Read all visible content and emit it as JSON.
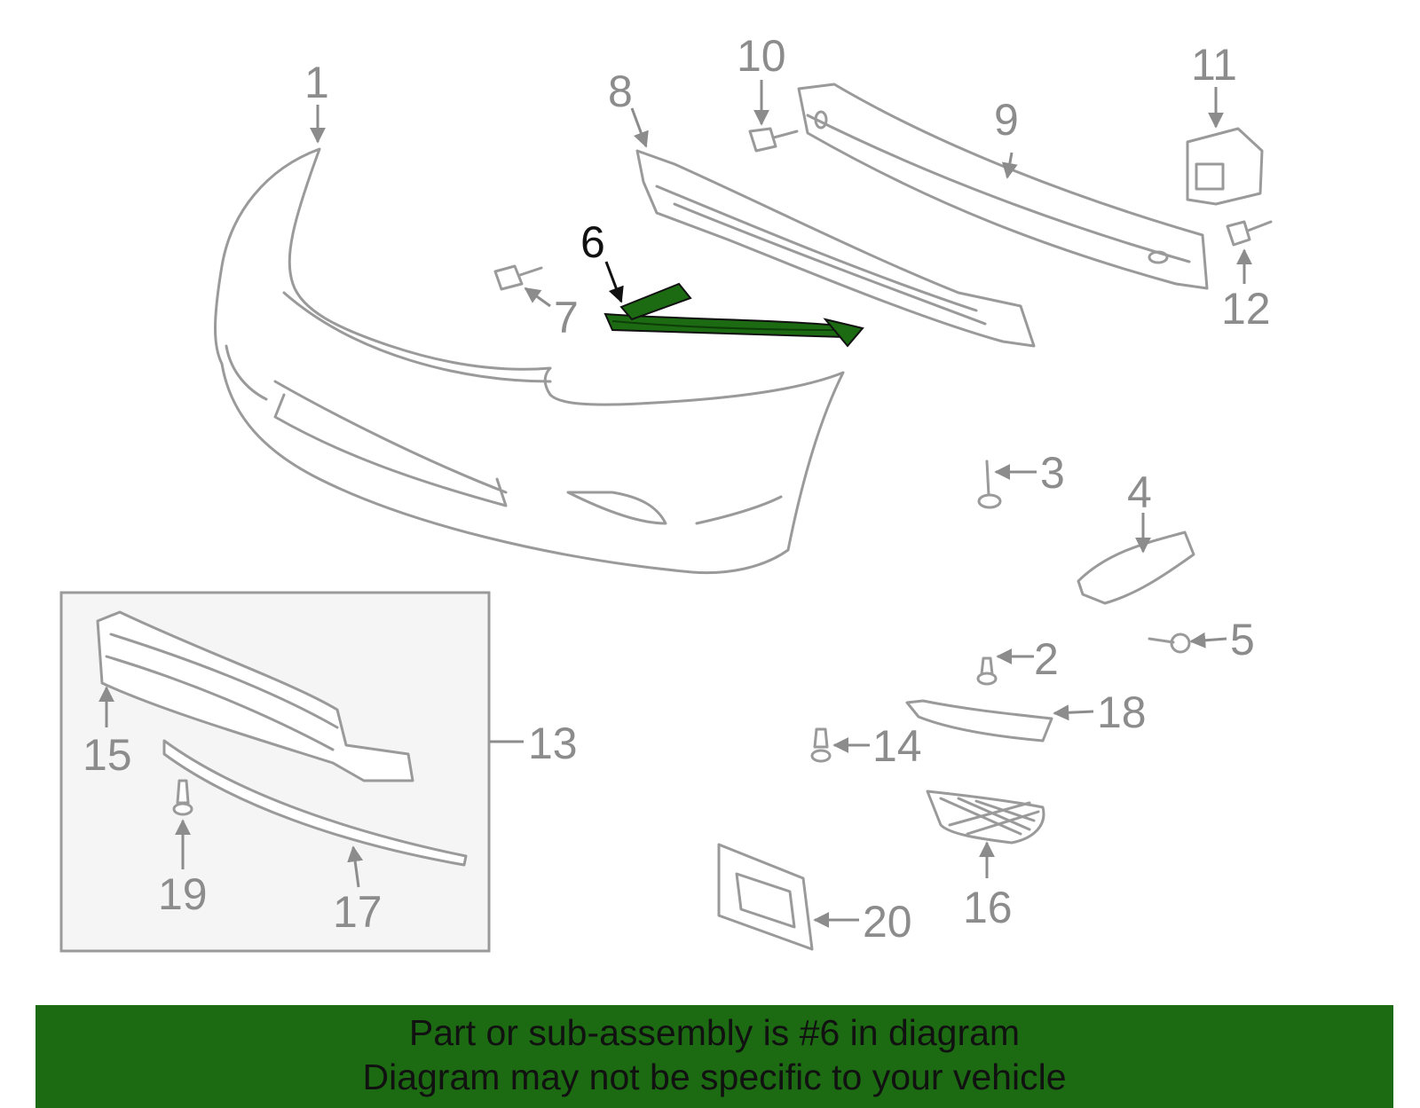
{
  "diagram": {
    "callouts": [
      "1",
      "2",
      "3",
      "4",
      "5",
      "6",
      "7",
      "8",
      "9",
      "10",
      "11",
      "12",
      "13",
      "14",
      "15",
      "16",
      "17",
      "18",
      "19",
      "20"
    ],
    "highlighted_part": "6",
    "colors": {
      "highlight": "#1c6b12",
      "outline": "#9a9a9a",
      "label": "#8c8c8c",
      "subassembly_box": "#f5f5f5"
    }
  },
  "banner": {
    "line1": "Part or sub-assembly is #6 in diagram",
    "line2": "Diagram may not be specific to your vehicle"
  }
}
